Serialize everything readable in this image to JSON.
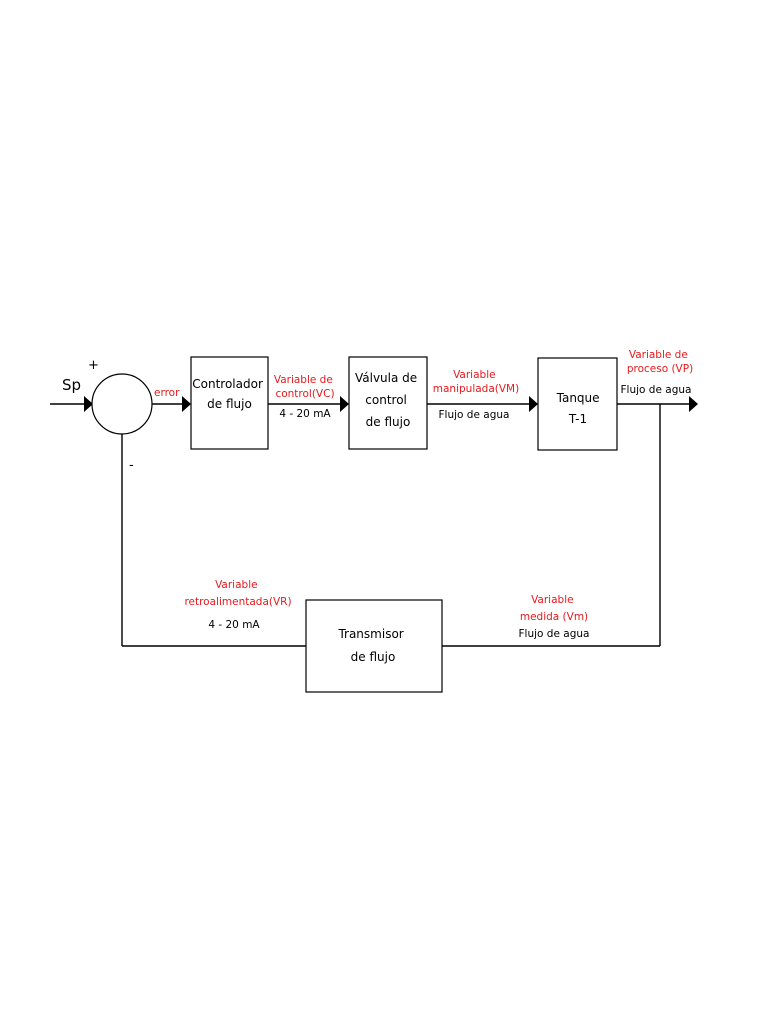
{
  "diagram": {
    "input_label": "Sp",
    "plus_sign": "+",
    "minus_sign": "-",
    "error_label": "error",
    "blocks": {
      "controller": [
        "Controlador",
        "de flujo"
      ],
      "valve": [
        "Válvula de",
        "control",
        "de flujo"
      ],
      "tank": [
        "Tanque",
        "T-1"
      ],
      "transmitter": [
        "Transmisor",
        "de flujo"
      ]
    },
    "signals": {
      "control_variable": [
        "Variable de",
        "control(VC)"
      ],
      "control_signal": "4 - 20 mA",
      "manipulated_variable": [
        "Variable",
        "manipulada(VM)"
      ],
      "manipulated_flow": "Flujo de agua",
      "process_variable": [
        "Variable de",
        "proceso (VP)"
      ],
      "process_flow": "Flujo de agua",
      "feedback_variable": [
        "Variable",
        "retroalimentada(VR)"
      ],
      "feedback_signal": "4 - 20 mA",
      "measured_variable": [
        "Variable",
        "medida (Vm)"
      ],
      "measured_flow": "Flujo de agua"
    },
    "colors": {
      "signal_label": "#e8191c",
      "line": "#000000"
    }
  }
}
